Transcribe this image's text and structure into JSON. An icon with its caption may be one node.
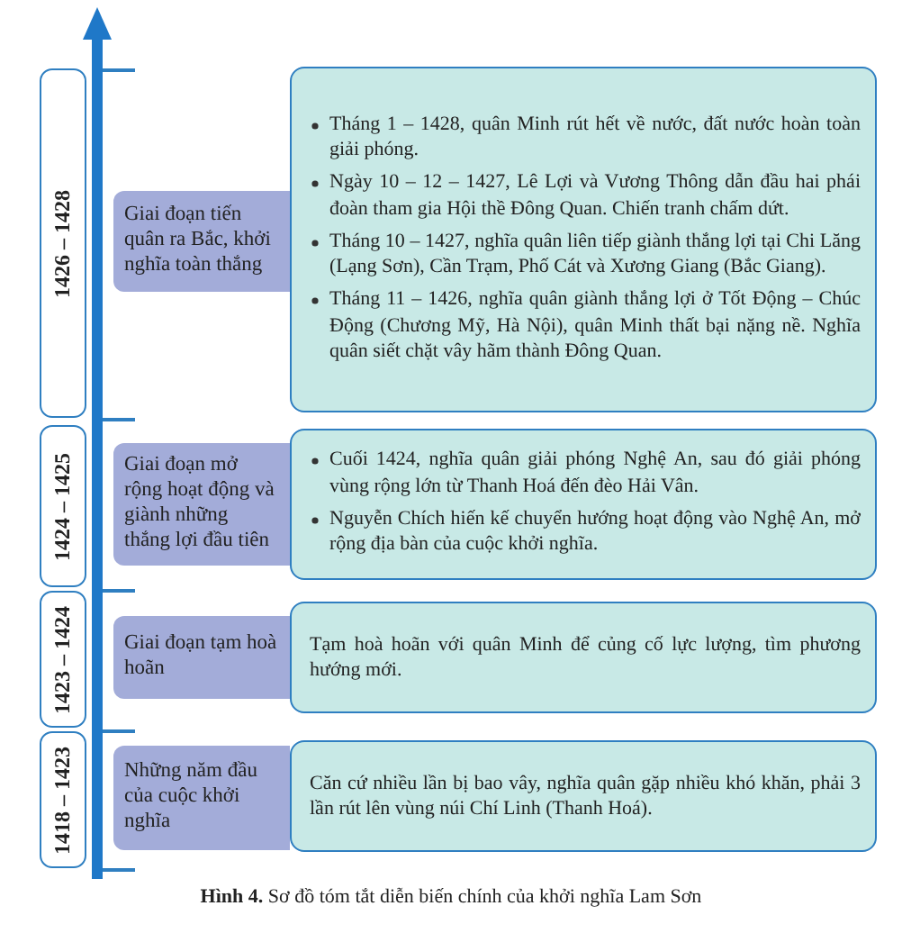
{
  "diagram": {
    "caption": "**Hình 4.** Sơ đồ tóm tắt diễn biến chính của khởi nghĩa Lam Sơn",
    "nodes": [
      {
        "text": [
          "1426 – 1428"
        ]
      },
      {
        "text": [
          "Giai đoạn tiến quân ra Bắc, khởi nghĩa toàn thắng"
        ]
      },
      {
        "text": [
          "Tháng 1 – 1428, quân Minh rút hết về nước, đất nước hoàn toàn giải phóng.",
          "Ngày 10 – 12 – 1427, Lê Lợi và Vương Thông dẫn đầu hai phái đoàn tham gia Hội thề Đông Quan. Chiến tranh chấm dứt.",
          "Tháng 10 – 1427, nghĩa quân liên tiếp giành thắng lợi tại Chi Lăng (Lạng Sơn), Cần Trạm, Phố Cát và Xương Giang (Bắc Giang).",
          "Tháng 11 – 1426, nghĩa quân giành thắng lợi ở Tốt Động – Chúc Động (Chương Mỹ, Hà Nội), quân Minh thất bại nặng nề. Nghĩa quân siết chặt vây hãm thành Đông Quan."
        ]
      },
      {
        "text": [
          "1424 – 1425"
        ]
      },
      {
        "text": [
          "Giai đoạn mở rộng hoạt động và giành những thắng lợi đầu tiên"
        ]
      },
      {
        "text": [
          "Cuối 1424, nghĩa quân giải phóng Nghệ An, sau đó giải phóng vùng rộng lớn từ Thanh Hoá đến đèo Hải Vân.",
          "Nguyễn Chích hiến kế chuyển hướng hoạt động vào Nghệ An, mở rộng địa bàn của cuộc khởi nghĩa."
        ]
      },
      {
        "text": [
          "1423 – 1424"
        ]
      },
      {
        "text": [
          "Giai đoạn tạm hoà hoãn"
        ]
      },
      {
        "text": [
          "Tạm hoà hoãn với quân Minh để củng cố lực lượng, tìm phương hướng mới."
        ]
      },
      {
        "text": [
          "1418 – 1423"
        ]
      },
      {
        "text": [
          "Những năm đầu của cuộc khởi nghĩa"
        ]
      },
      {
        "text": [
          "Căn cứ nhiều lần bị bao vây, nghĩa quân gặp nhiều khó khăn, phải 3 lần rút lên vùng núi Chí Linh (Thanh Hoá)."
        ]
      }
    ]
  }
}
